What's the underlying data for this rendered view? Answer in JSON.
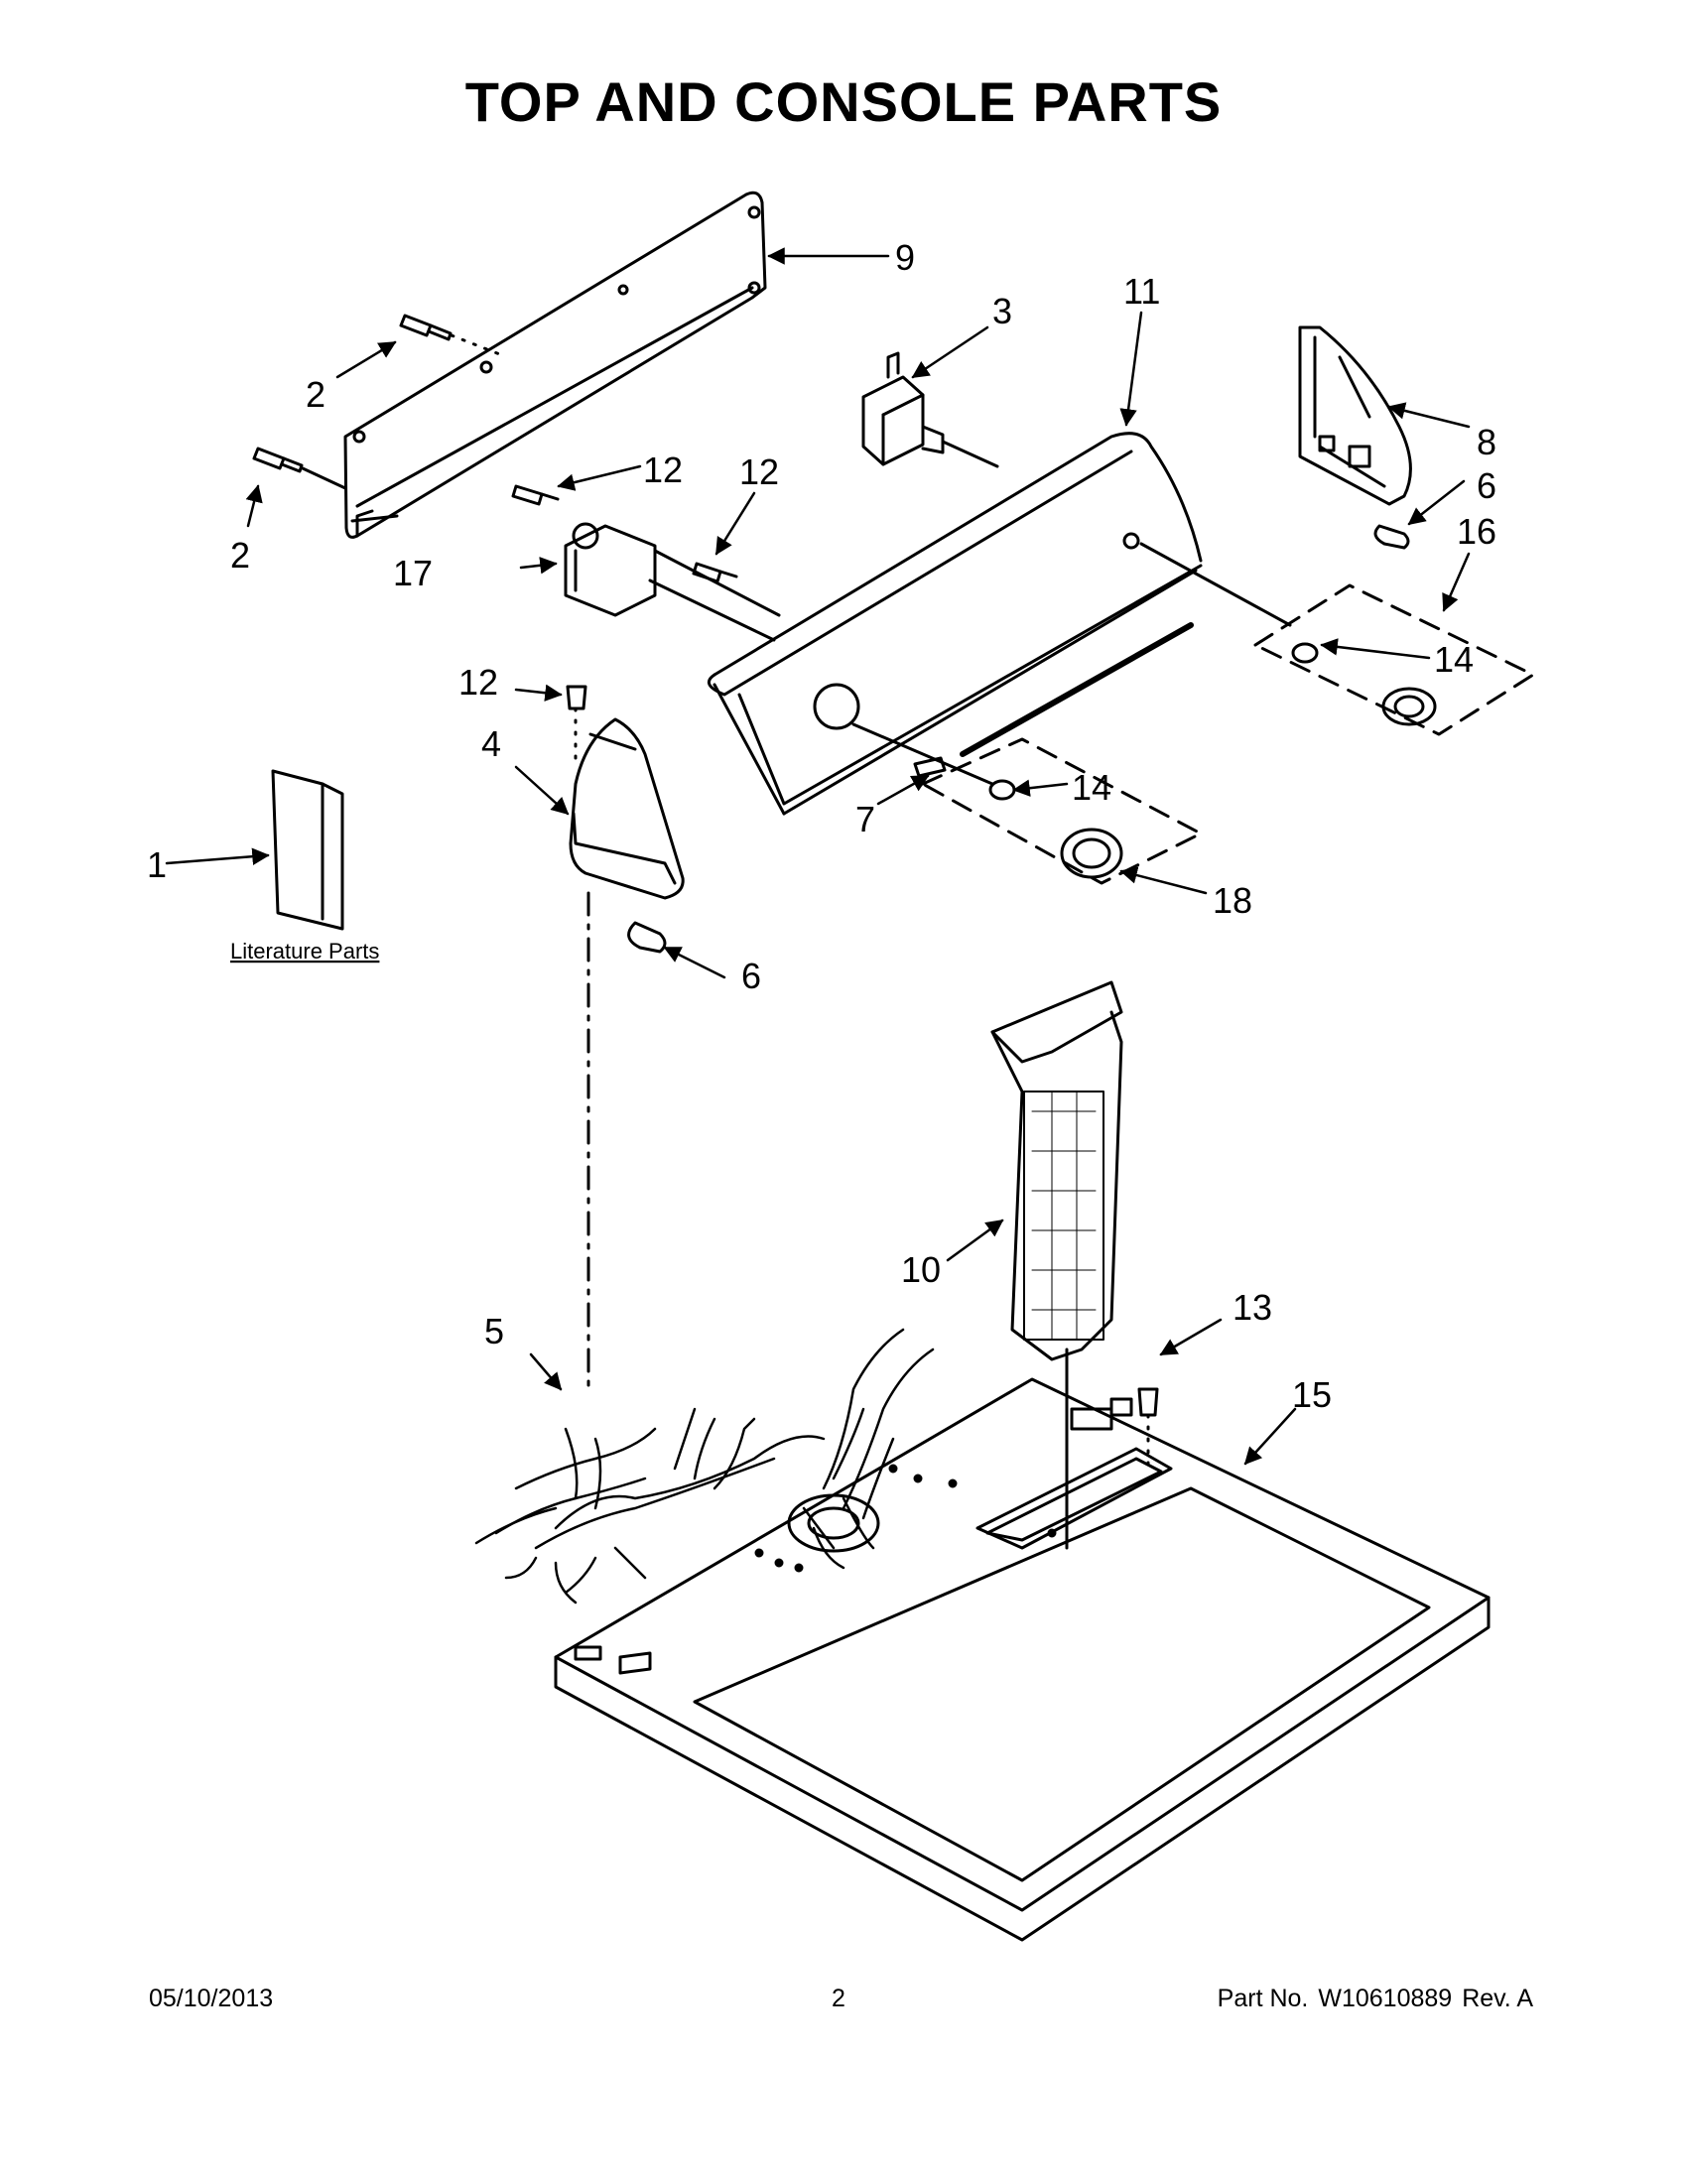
{
  "title": "TOP AND CONSOLE PARTS",
  "literature_label": "Literature Parts",
  "callouts": {
    "c1": "1",
    "c2a": "2",
    "c2b": "2",
    "c3": "3",
    "c4": "4",
    "c5": "5",
    "c6a": "6",
    "c6b": "6",
    "c7": "7",
    "c8": "8",
    "c9": "9",
    "c10": "10",
    "c11": "11",
    "c12a": "12",
    "c12b": "12",
    "c12c": "12",
    "c13": "13",
    "c14a": "14",
    "c14b": "14",
    "c15": "15",
    "c16": "16",
    "c17": "17",
    "c18": "18"
  },
  "footer": {
    "date": "05/10/2013",
    "page": "2",
    "part_label": "Part No.",
    "part_no": "W10610889",
    "rev": "Rev.  A"
  }
}
